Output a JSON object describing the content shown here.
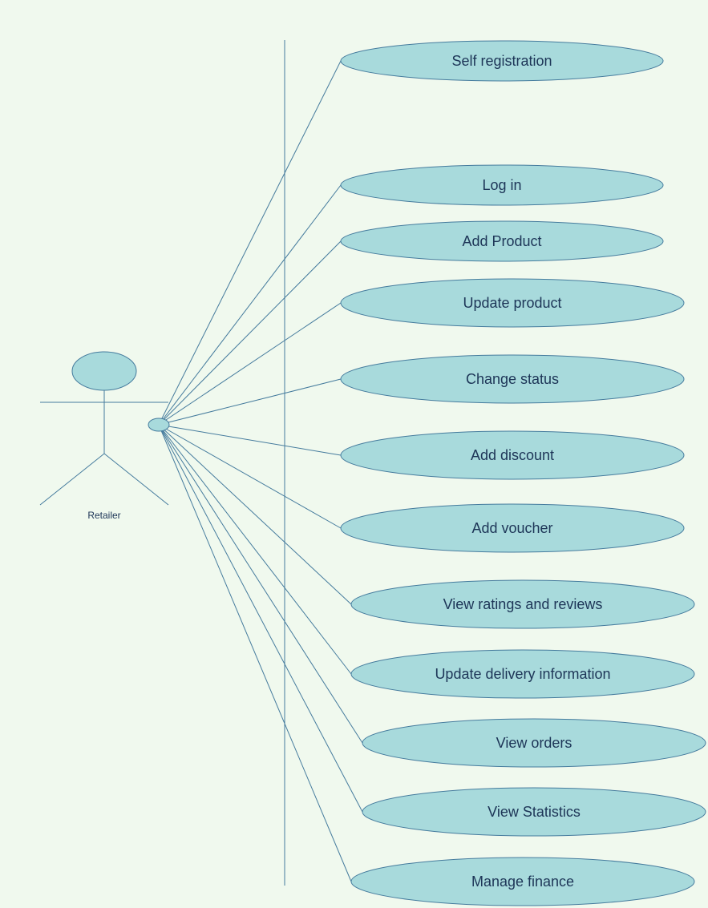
{
  "actor": {
    "label": "Retailer"
  },
  "use_cases": [
    {
      "label": "Self registration"
    },
    {
      "label": "Log in"
    },
    {
      "label": "Add Product"
    },
    {
      "label": "Update product"
    },
    {
      "label": "Change status"
    },
    {
      "label": "Add discount"
    },
    {
      "label": "Add voucher"
    },
    {
      "label": "View ratings and reviews"
    },
    {
      "label": "Update delivery information"
    },
    {
      "label": "View orders"
    },
    {
      "label": "View Statistics"
    },
    {
      "label": "Manage finance"
    }
  ],
  "colors": {
    "background": "#f0f9ee",
    "use_case_fill": "#a8dadc",
    "stroke": "#457b9d",
    "text": "#1d3557"
  }
}
